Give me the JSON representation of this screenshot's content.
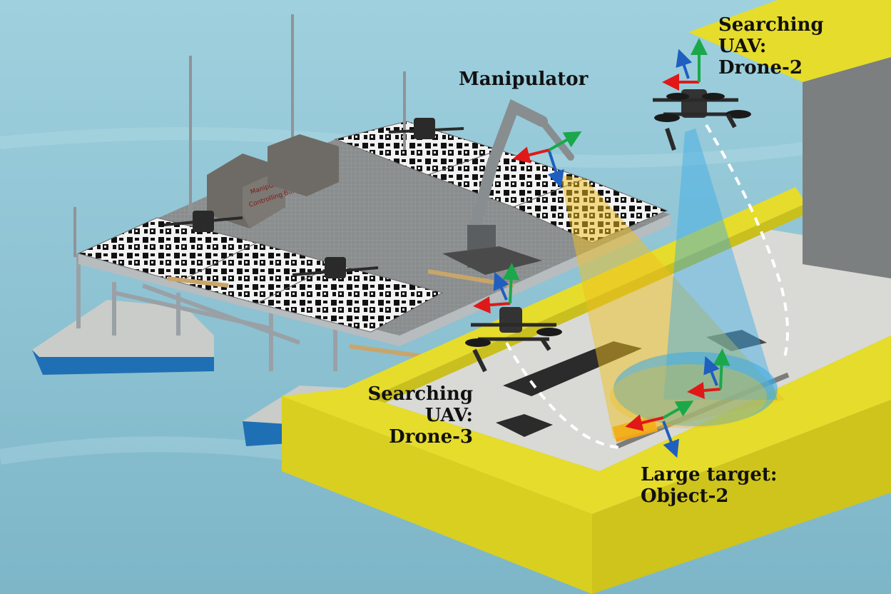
{
  "labels": {
    "manipulator": "Manipulator",
    "drone2": {
      "line1": "Searching",
      "line2": "UAV:",
      "line3": "Drone-2"
    },
    "drone3": {
      "line1": "Searching",
      "line2": "UAV:",
      "line3": "Drone-3"
    },
    "target": {
      "line1": "Large target:",
      "line2": "Object-2"
    }
  },
  "boat_panel_text": {
    "line1": "Manipulator",
    "line2": "Controlling Box"
  },
  "colors": {
    "water": "#8fc3d3",
    "wall_yellow": "#e6dc2b",
    "floor": "#d9dad6",
    "hull_blue": "#1f6fb5",
    "platform_gray": "#7d8080",
    "cone_yellow": "#f0c020",
    "cone_blue": "#3aaae8",
    "axis_red": "#e01818",
    "axis_green": "#1aa84a",
    "axis_blue": "#1f5fbf"
  }
}
